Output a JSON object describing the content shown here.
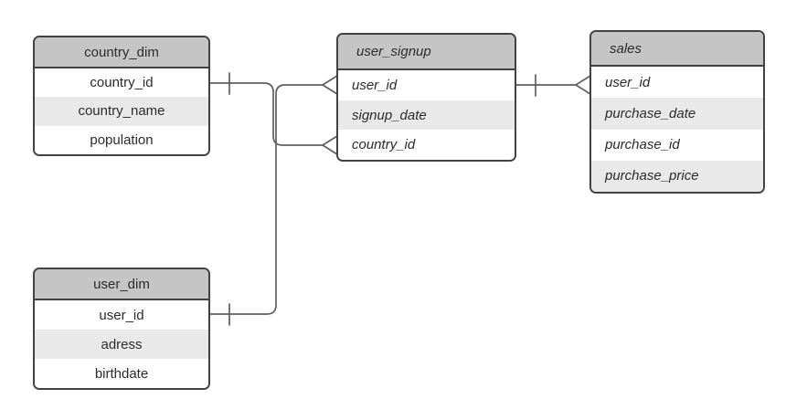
{
  "diagram": {
    "type": "entity-relationship",
    "background": "#ffffff"
  },
  "colors": {
    "table_border": "#424242",
    "header_fill": "#c5c5c5",
    "row_fill": "#ffffff",
    "row_alt_fill": "#e9e9e9",
    "connector": "#5e5e5e",
    "text": "#2b2b2b"
  },
  "tables": [
    {
      "name": "country_dim",
      "style": "centered",
      "rows": [
        "country_id",
        "country_name",
        "population"
      ]
    },
    {
      "name": "user_dim",
      "style": "centered",
      "rows": [
        "user_id",
        "adress",
        "birthdate"
      ]
    },
    {
      "name": "user_signup",
      "style": "italic-left",
      "rows": [
        "user_id",
        "signup_date",
        "country_id"
      ]
    },
    {
      "name": "sales",
      "style": "italic-left",
      "rows": [
        "user_id",
        "purchase_date",
        "purchase_id",
        "purchase_price"
      ]
    }
  ],
  "relationships": [
    {
      "from": "country_dim.country_id",
      "from_cardinality": "one",
      "to": "user_signup.country_id",
      "to_cardinality": "many"
    },
    {
      "from": "user_dim.user_id",
      "from_cardinality": "one",
      "to": "user_signup.user_id",
      "to_cardinality": "many"
    },
    {
      "from": "user_signup.user_id",
      "from_cardinality": "one",
      "to": "sales.user_id",
      "to_cardinality": "many"
    }
  ]
}
